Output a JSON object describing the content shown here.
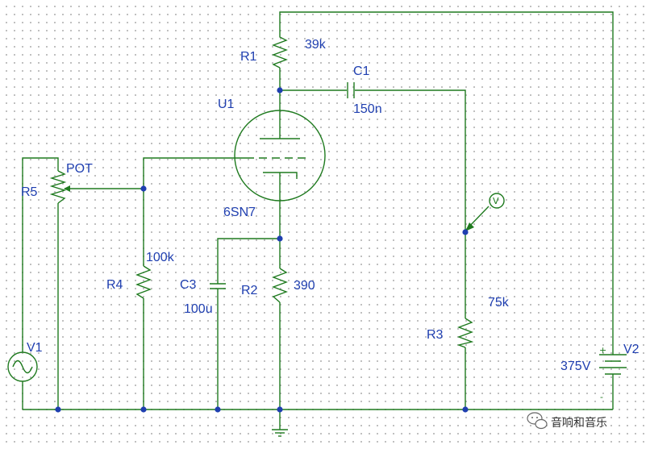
{
  "components": {
    "r1": {
      "ref": "R1",
      "value": "39k"
    },
    "c1": {
      "ref": "C1",
      "value": "150n"
    },
    "u1": {
      "ref": "U1",
      "value": "6SN7"
    },
    "r5": {
      "ref": "R5",
      "value": "POT"
    },
    "r4": {
      "ref": "R4",
      "value": "100k"
    },
    "c3": {
      "ref": "C3",
      "value": "100u"
    },
    "r2": {
      "ref": "R2",
      "value": "390"
    },
    "r3": {
      "ref": "R3",
      "value": "75k"
    },
    "v1": {
      "ref": "V1"
    },
    "v2": {
      "ref": "V2",
      "value": "375V",
      "plus": "+",
      "minus": "-"
    },
    "probe": {
      "symbol": "V"
    }
  },
  "watermark": {
    "text": "音响和音乐"
  },
  "colors": {
    "wire": "#1f7a1f",
    "label": "#1f3fb0",
    "node": "#1f3fb0",
    "grid_dot": "#b4b4b4"
  }
}
